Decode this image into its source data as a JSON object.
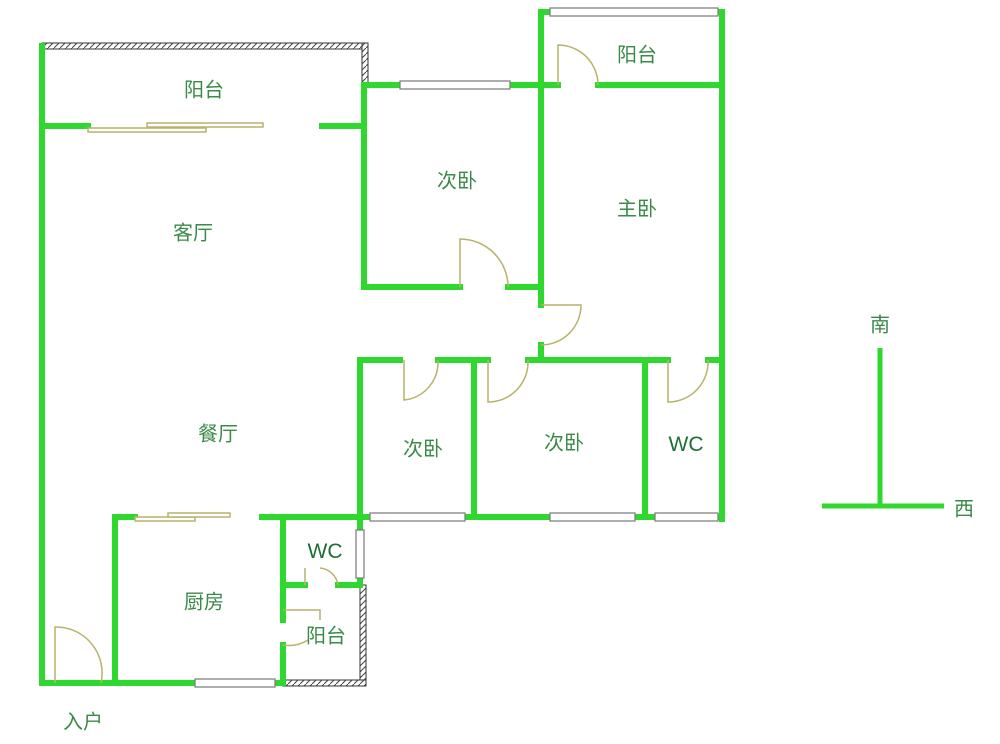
{
  "rooms": {
    "balcony_living": "阳台",
    "balcony_master": "阳台",
    "living_room": "客厅",
    "dining_room": "餐厅",
    "second_bedroom_north": "次卧",
    "master_bedroom": "主卧",
    "second_bedroom_small": "次卧",
    "second_bedroom_mid": "次卧",
    "wc_master": "WC",
    "wc_small": "WC",
    "kitchen": "厨房",
    "balcony_kitchen": "阳台",
    "entrance": "入户"
  },
  "compass": {
    "south": "南",
    "west": "西"
  },
  "colors": {
    "wall": "#2ed82e",
    "label": "#3a8a48",
    "door": "#b9b26a"
  }
}
